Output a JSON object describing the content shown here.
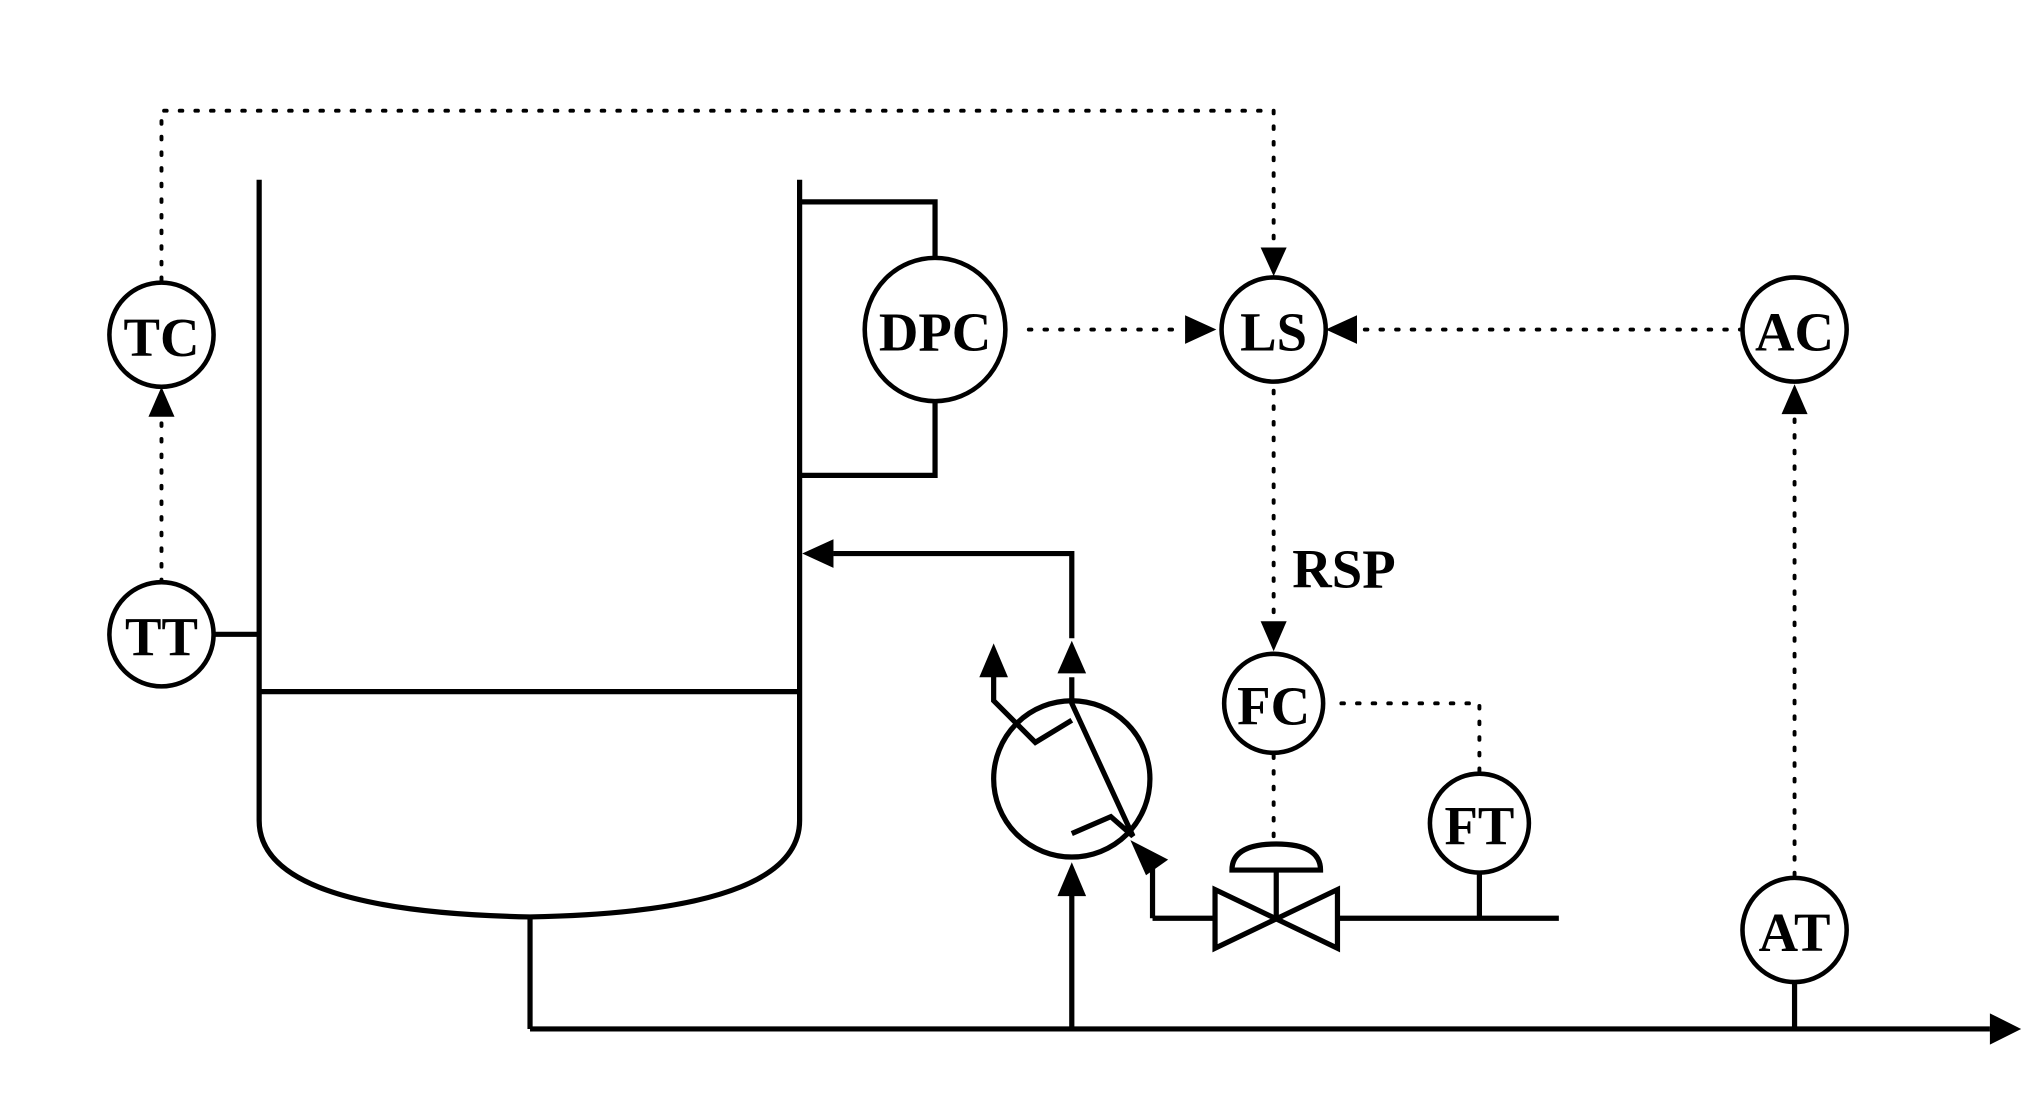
{
  "instruments": {
    "tc": "TC",
    "tt": "TT",
    "dpc": "DPC",
    "ls": "LS",
    "ac": "AC",
    "fc": "FC",
    "ft": "FT",
    "at": "AT"
  },
  "annotations": {
    "rsp": "RSP"
  },
  "colors": {
    "line": "#000000",
    "background": "#ffffff"
  }
}
